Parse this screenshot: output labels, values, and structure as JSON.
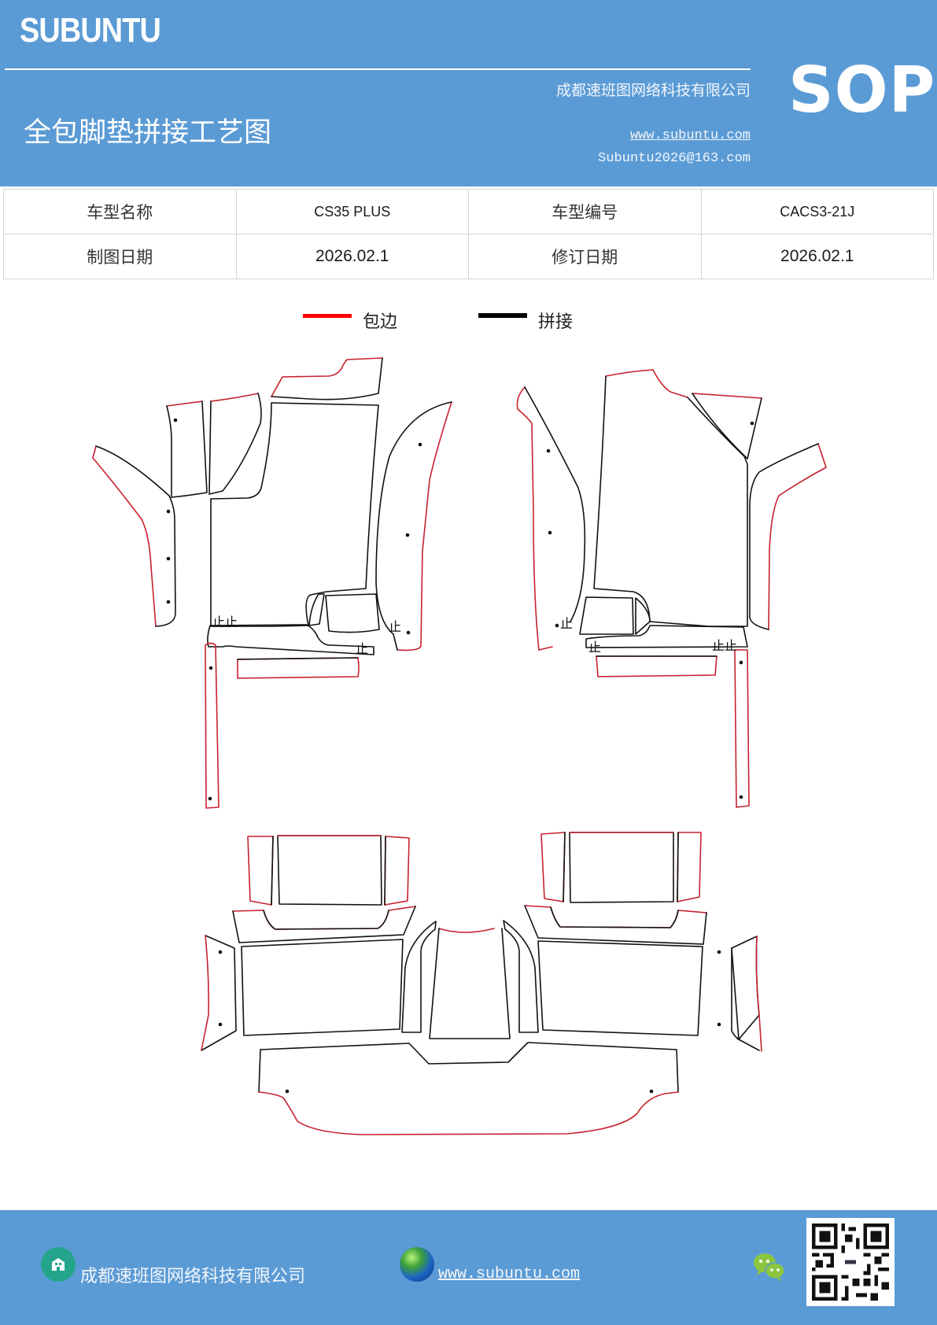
{
  "header": {
    "brand": "SUBUNTU",
    "title": "全包脚垫拼接工艺图",
    "company": "成都速班图网络科技有限公司",
    "website": "www.subuntu.com",
    "email": "Subuntu2026@163.com",
    "badge": "SOP",
    "background_color": "#5b9bd5"
  },
  "info_table": {
    "rows": [
      {
        "label1": "车型名称",
        "value1": "CS35 PLUS",
        "label2": "车型编号",
        "value2": "CACS3-21J"
      },
      {
        "label1": "制图日期",
        "value1": "2026.02.1",
        "label2": "修订日期",
        "value2": "2026.02.1"
      }
    ]
  },
  "legend": {
    "items": [
      {
        "label": "包边",
        "color": "#ff0000",
        "meaning": "edge-binding"
      },
      {
        "label": "拼接",
        "color": "#000000",
        "meaning": "seam-joint"
      }
    ]
  },
  "diagram": {
    "description": "Car floor-mat pattern pieces: front-left set, front-right set, rear-row set",
    "marker_text": "止",
    "edge_color": "#c8202e",
    "seam_color": "#111111",
    "groups": [
      "front-left",
      "front-right",
      "rear"
    ]
  },
  "footer": {
    "company": "成都速班图网络科技有限公司",
    "website": "www.subuntu.com ",
    "icons": [
      "building-icon",
      "globe-icon",
      "wechat-icon",
      "qr-code"
    ]
  }
}
